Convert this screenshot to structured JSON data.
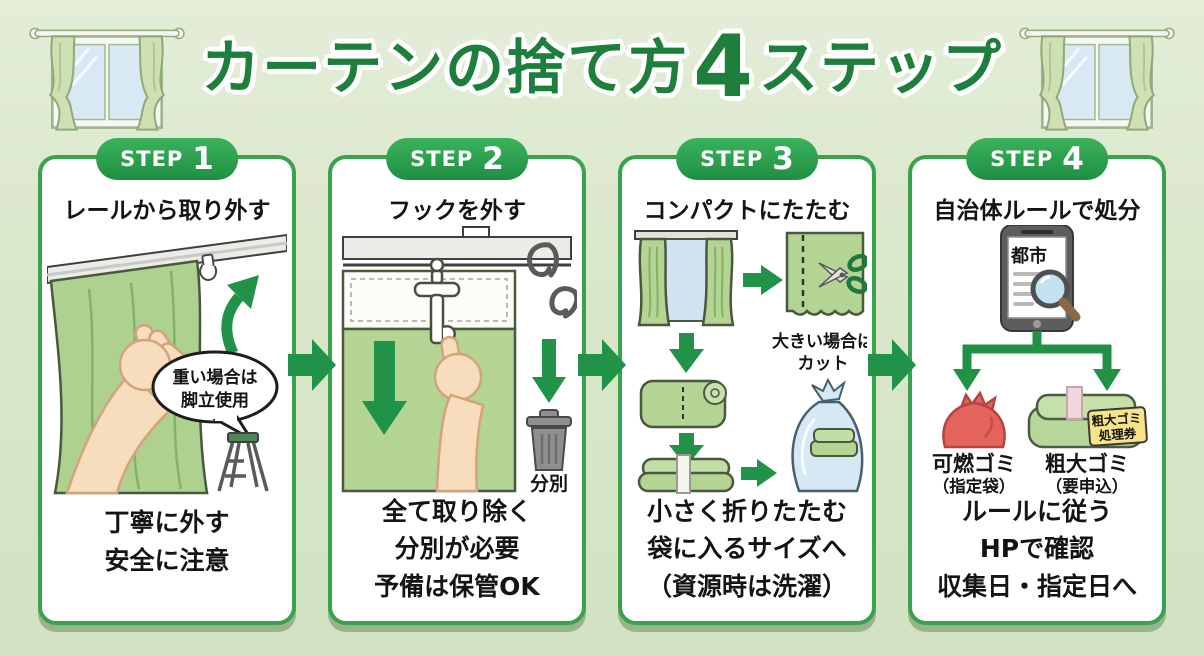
{
  "title": {
    "main": "カーテンの捨て方",
    "number": "4",
    "suffix": "ステップ"
  },
  "colors": {
    "background": "#dbe7cb",
    "card_border": "#3aa24f",
    "badge_top": "#3cb25c",
    "badge_bottom": "#1f8f43",
    "title_green": "#1e7e3b",
    "arrow_green": "#219348",
    "curtain_green": "#b3d493",
    "curtain_dark": "#49583f",
    "skin": "#f7dcbd",
    "red_bag": "#e4645c",
    "bag_blue": "#d6e8f4",
    "tag_yellow": "#f7e487",
    "bin_gray": "#8f8f8f"
  },
  "steps": [
    {
      "badge_label": "STEP",
      "badge_number": "1",
      "heading": "レールから取り外す",
      "bubble": [
        "重い場合は",
        "脚立使用"
      ],
      "caption": [
        "丁寧に外す",
        "安全に注意"
      ]
    },
    {
      "badge_label": "STEP",
      "badge_number": "2",
      "heading": "フックを外す",
      "bin_label": "分別",
      "caption": [
        "全て取り除く",
        "分別が必要",
        "予備は保管OK"
      ]
    },
    {
      "badge_label": "STEP",
      "badge_number": "3",
      "heading": "コンパクトにたたむ",
      "note": [
        "大きい場合は",
        "カット"
      ],
      "caption": [
        "小さく折りたたむ",
        "袋に入るサイズへ",
        "（資源時は洗濯）"
      ]
    },
    {
      "badge_label": "STEP",
      "badge_number": "4",
      "heading": "自治体ルールで処分",
      "phone_text": "都市",
      "tag": [
        "粗大ゴミ",
        "処理券"
      ],
      "options": [
        {
          "label": "可燃ゴミ",
          "sub": "（指定袋）"
        },
        {
          "label": "粗大ゴミ",
          "sub": "（要申込）"
        }
      ],
      "caption": [
        "ルールに従う",
        "HPで確認",
        "収集日・指定日へ"
      ]
    }
  ]
}
